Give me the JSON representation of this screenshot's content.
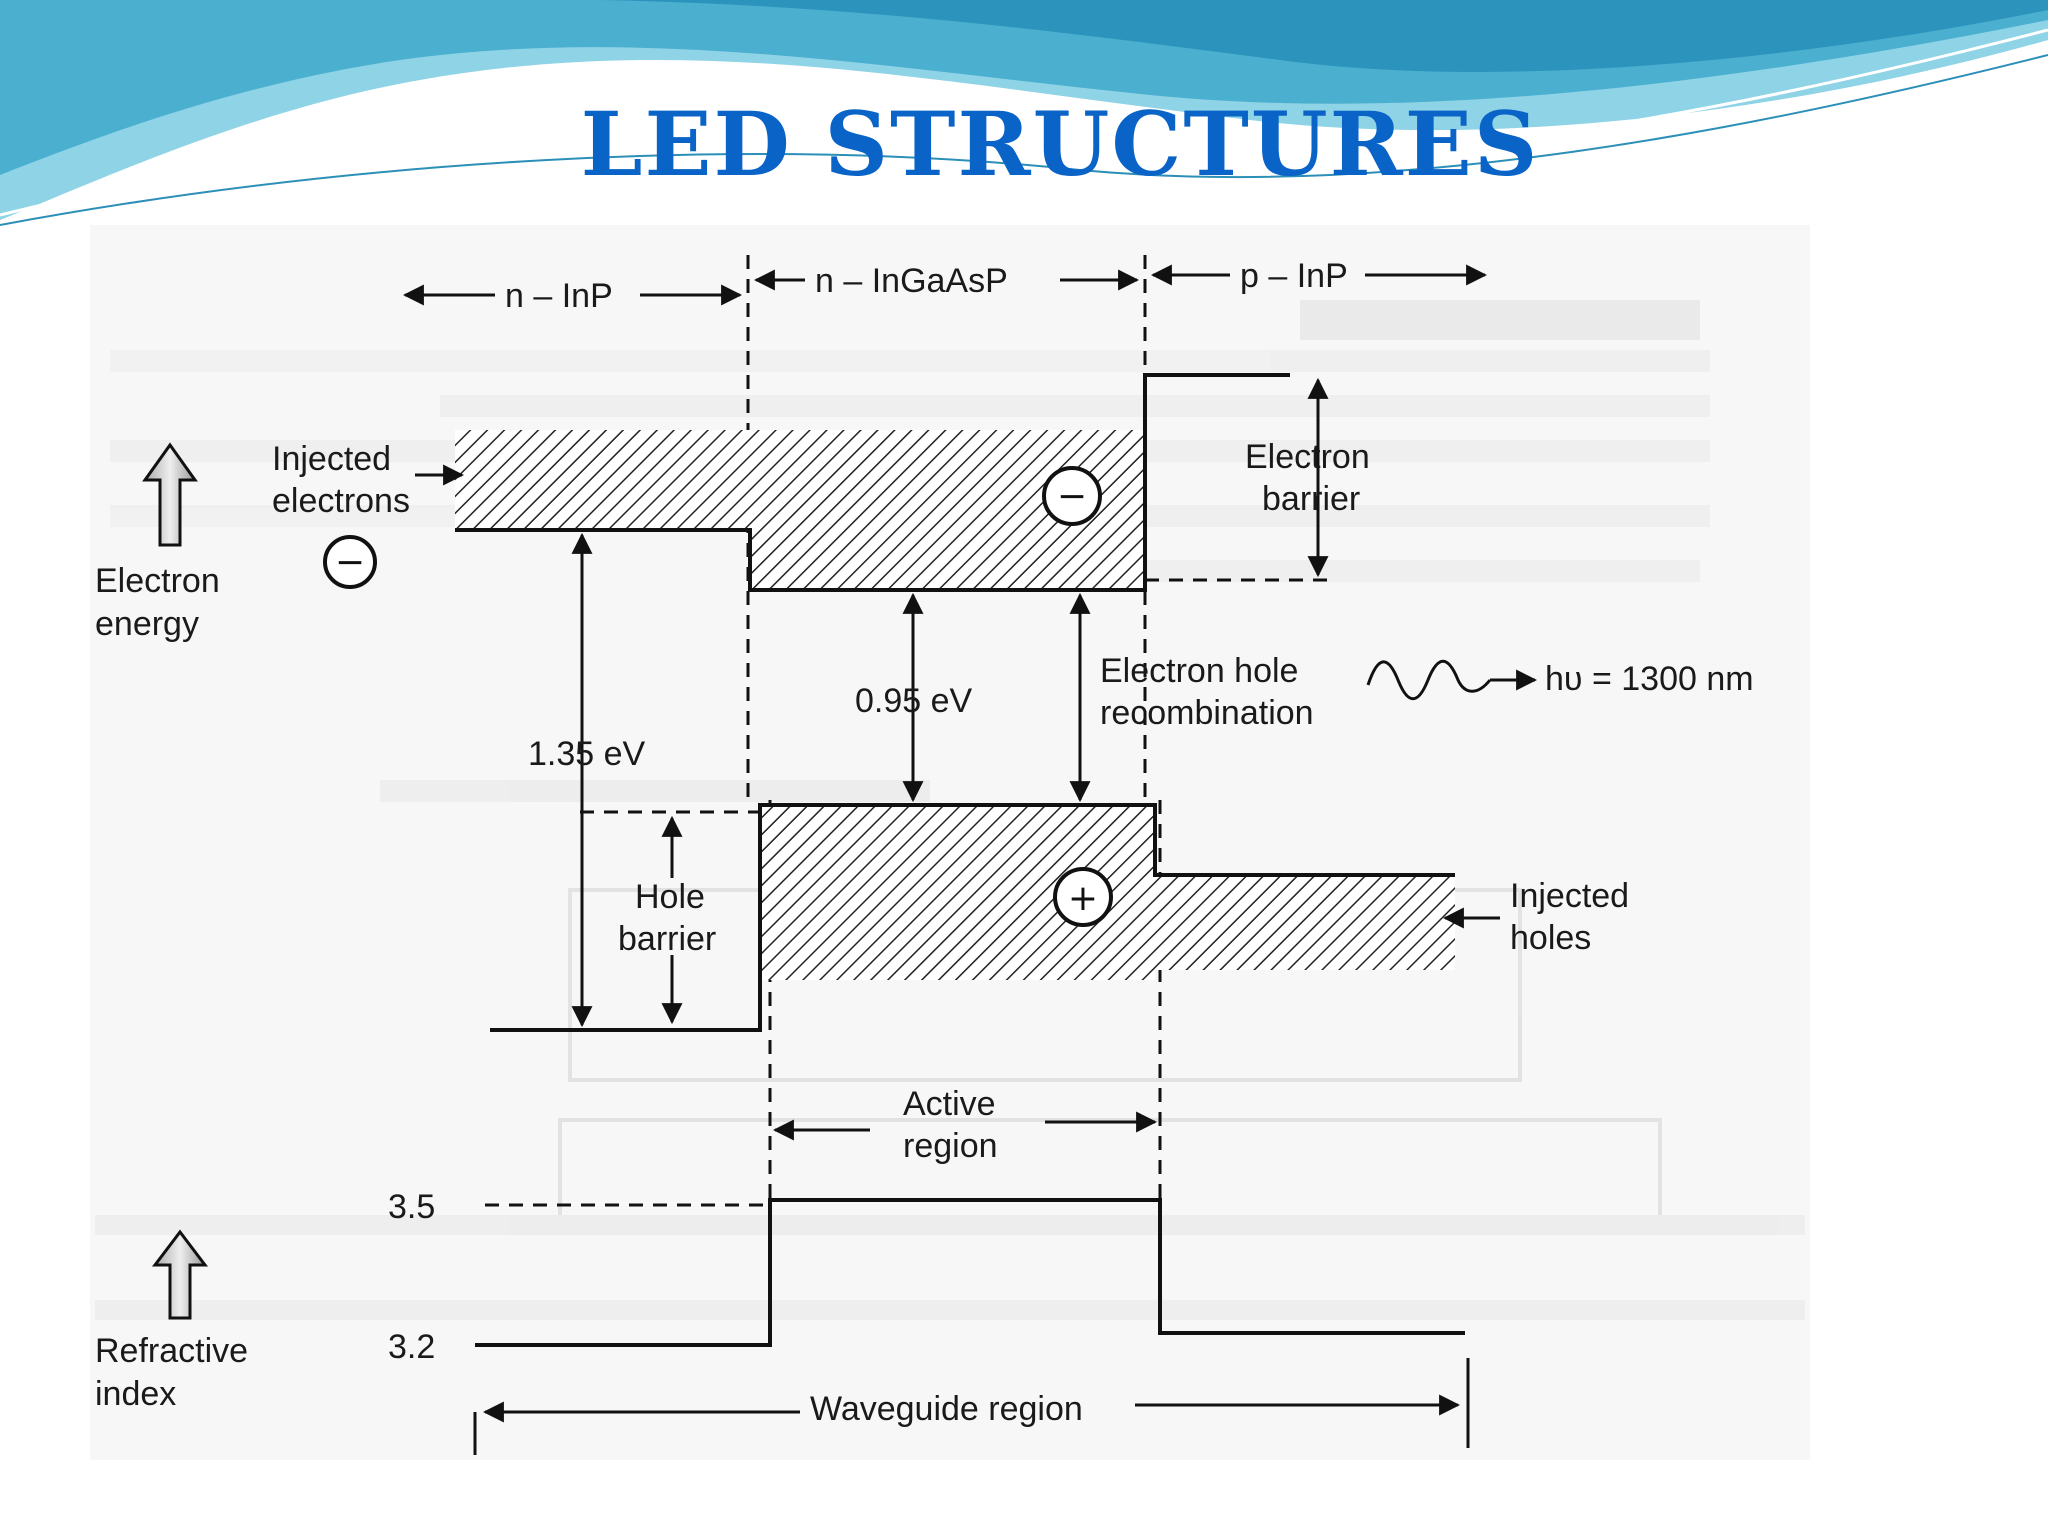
{
  "slide": {
    "title": "LED STRUCTURES",
    "theme_colors": {
      "title": "#0a63c7",
      "wave_dark": "#1f88b5",
      "wave_light": "#8fd3e6"
    }
  },
  "diagram": {
    "regions": {
      "n_inp_left": "n – InP",
      "n_ingaasp": "n – InGaAsP",
      "p_inp": "p – InP"
    },
    "labels": {
      "injected_electrons_1": "Injected",
      "injected_electrons_2": "electrons",
      "electron_energy_1": "Electron",
      "electron_energy_2": "energy",
      "electron_barrier_1": "Electron",
      "electron_barrier_2": "barrier",
      "electron_hole_1": "Electron hole",
      "electron_hole_2": "recombination",
      "photon": "hυ = 1300 nm",
      "gap_left": "1.35 eV",
      "gap_active": "0.95 eV",
      "hole_barrier_1": "Hole",
      "hole_barrier_2": "barrier",
      "injected_holes_1": "Injected",
      "injected_holes_2": "holes",
      "active_region_1": "Active",
      "active_region_2": "region",
      "refractive_1": "Refractive",
      "refractive_2": "index",
      "ri_high": "3.5",
      "ri_low": "3.2",
      "waveguide": "Waveguide region",
      "minus_sign": "−",
      "plus_sign": "+"
    }
  }
}
